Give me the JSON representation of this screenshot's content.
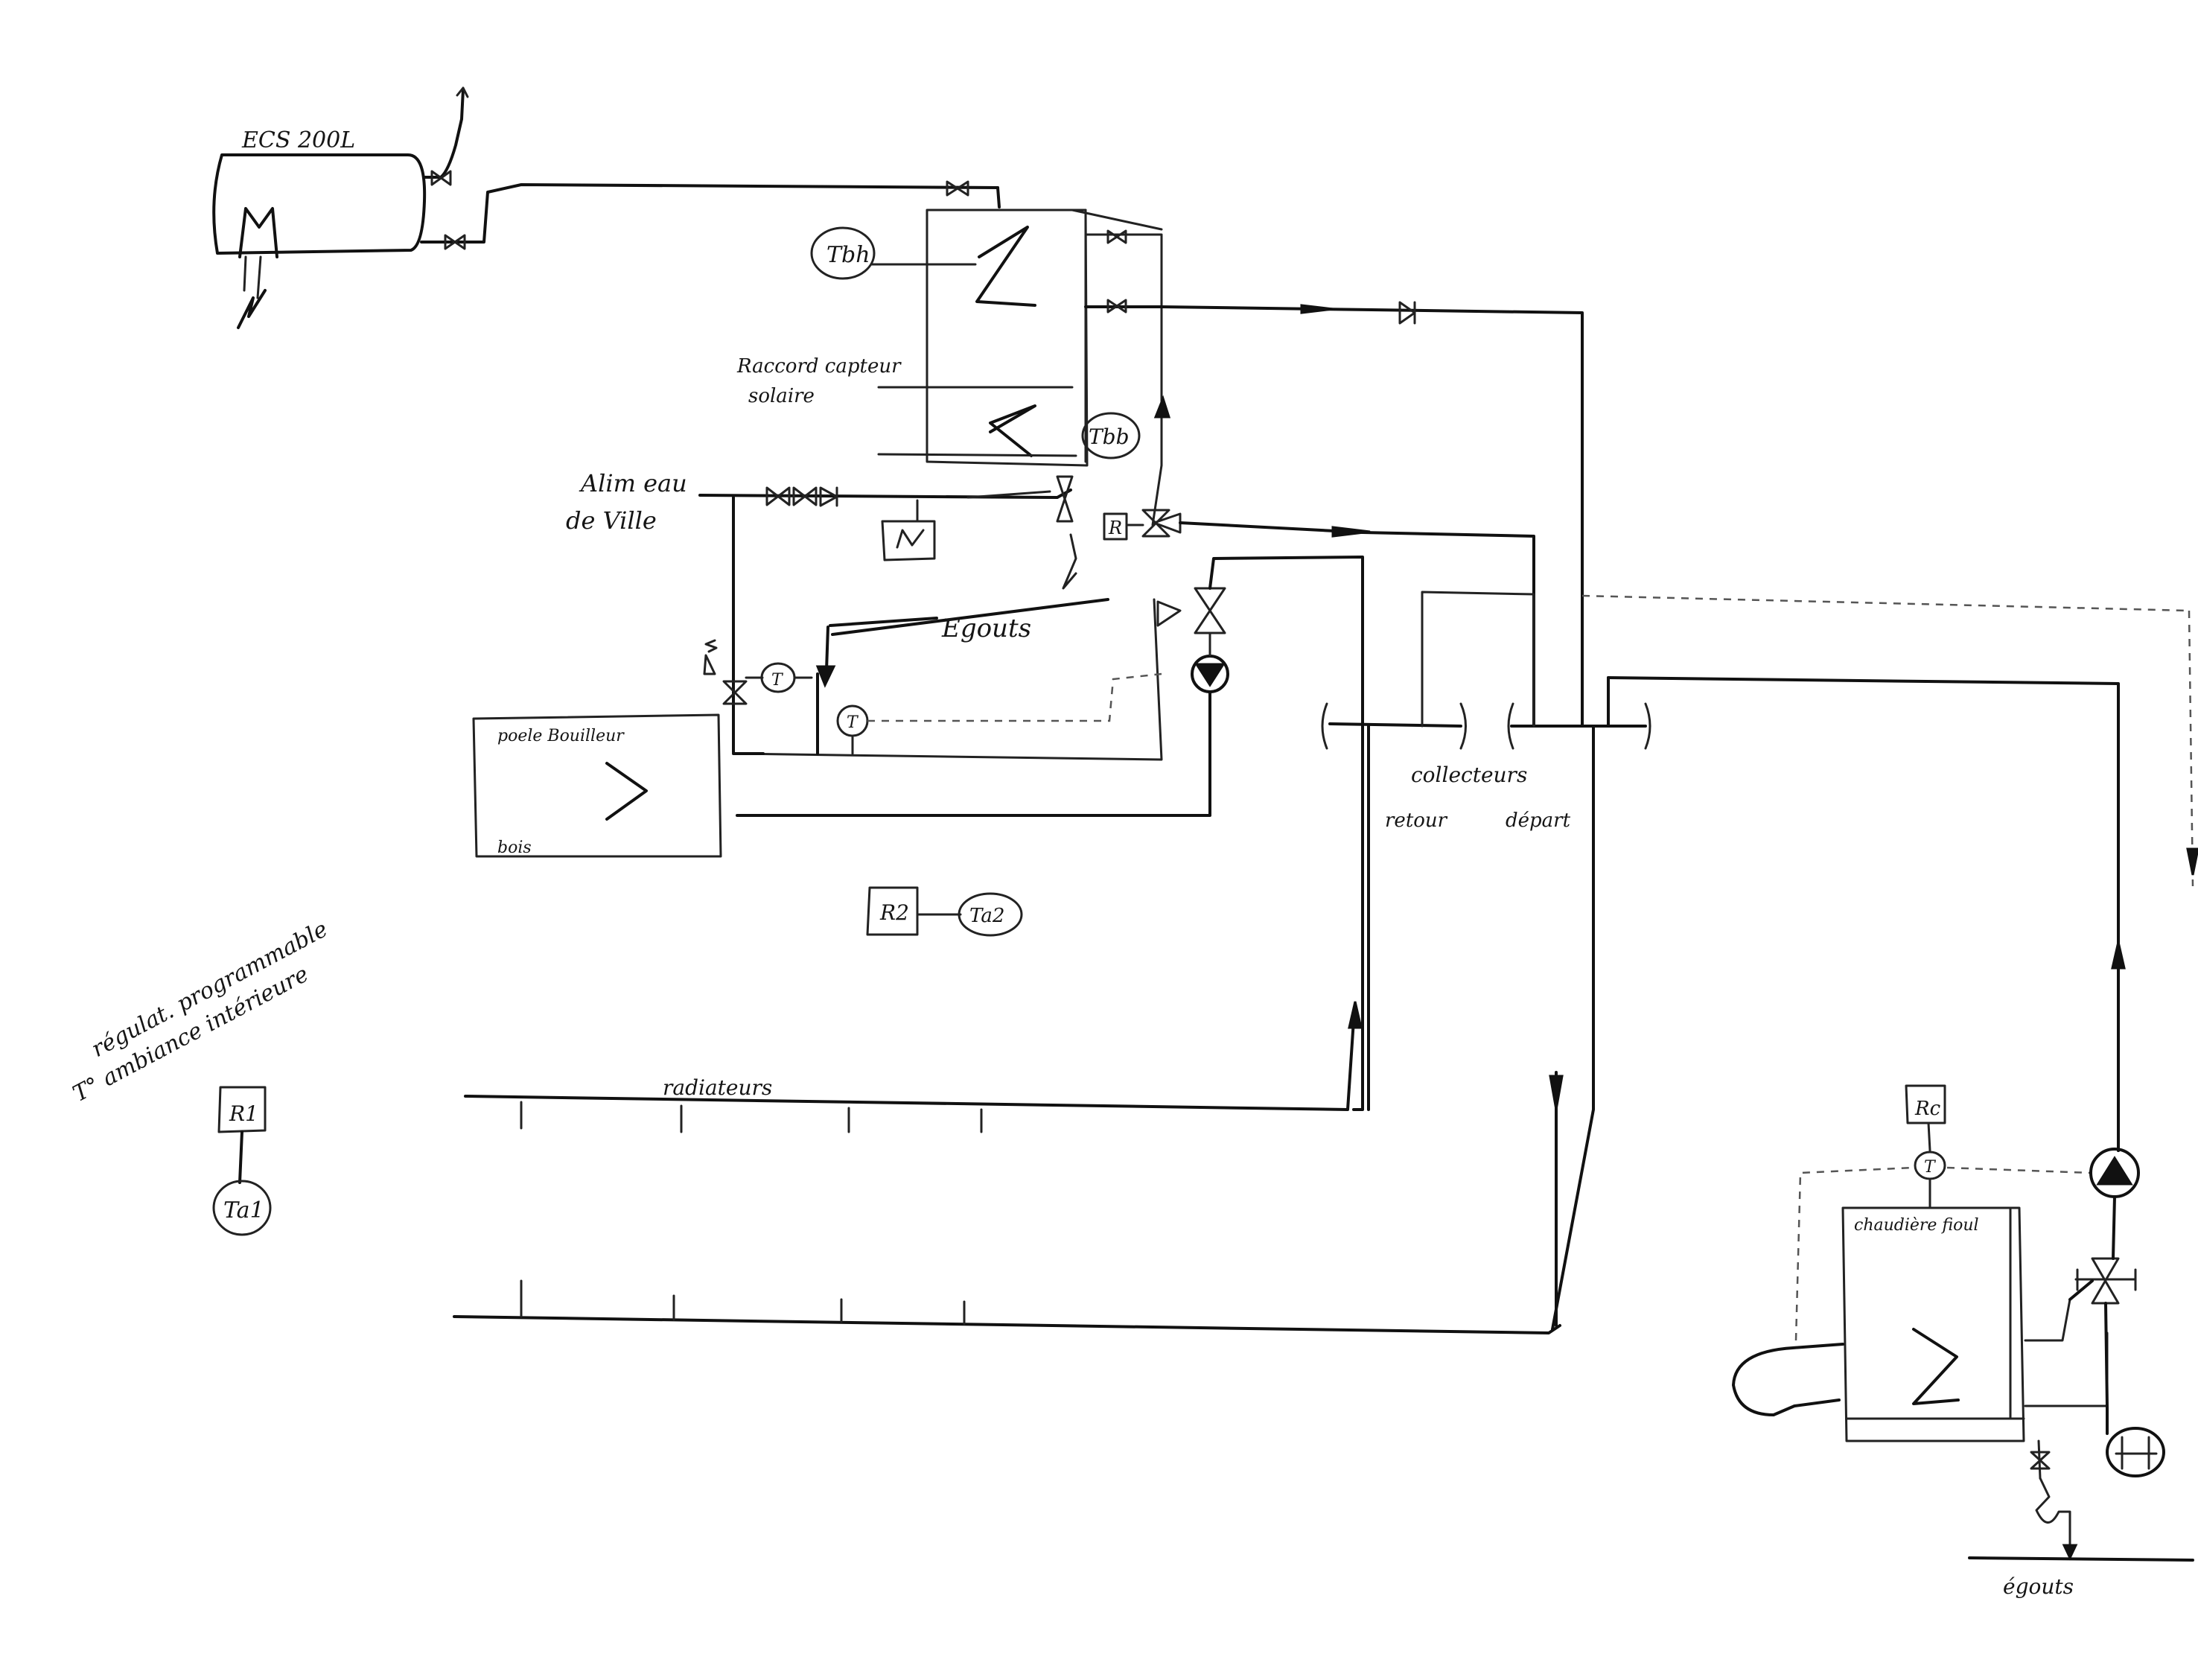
{
  "labels": {
    "ecs_tank": "ECS 200L",
    "tbh": "Tbh",
    "tbb": "Tbb",
    "solar_connection_line1": "Raccord capteur",
    "solar_connection_line2": "solaire",
    "city_water_line1": "Alim eau",
    "city_water_line2": "de Ville",
    "drain_top": "Egouts",
    "boiler_wood_line1": "poele Bouilleur",
    "boiler_wood_line2": "bois",
    "collectors": "collecteurs",
    "collector_return": "retour",
    "collector_supply": "départ",
    "r2": "R2",
    "ta2": "Ta2",
    "regulator_line1": "régulat. programmable",
    "regulator_line2": "T° ambiance intérieure",
    "r1": "R1",
    "ta1": "Ta1",
    "radiators": "radiateurs",
    "rc": "Rc",
    "oil_boiler": "chaudière fioul",
    "drain_bottom": "égouts",
    "valve_motor": "R",
    "temp_sensor": "T"
  }
}
